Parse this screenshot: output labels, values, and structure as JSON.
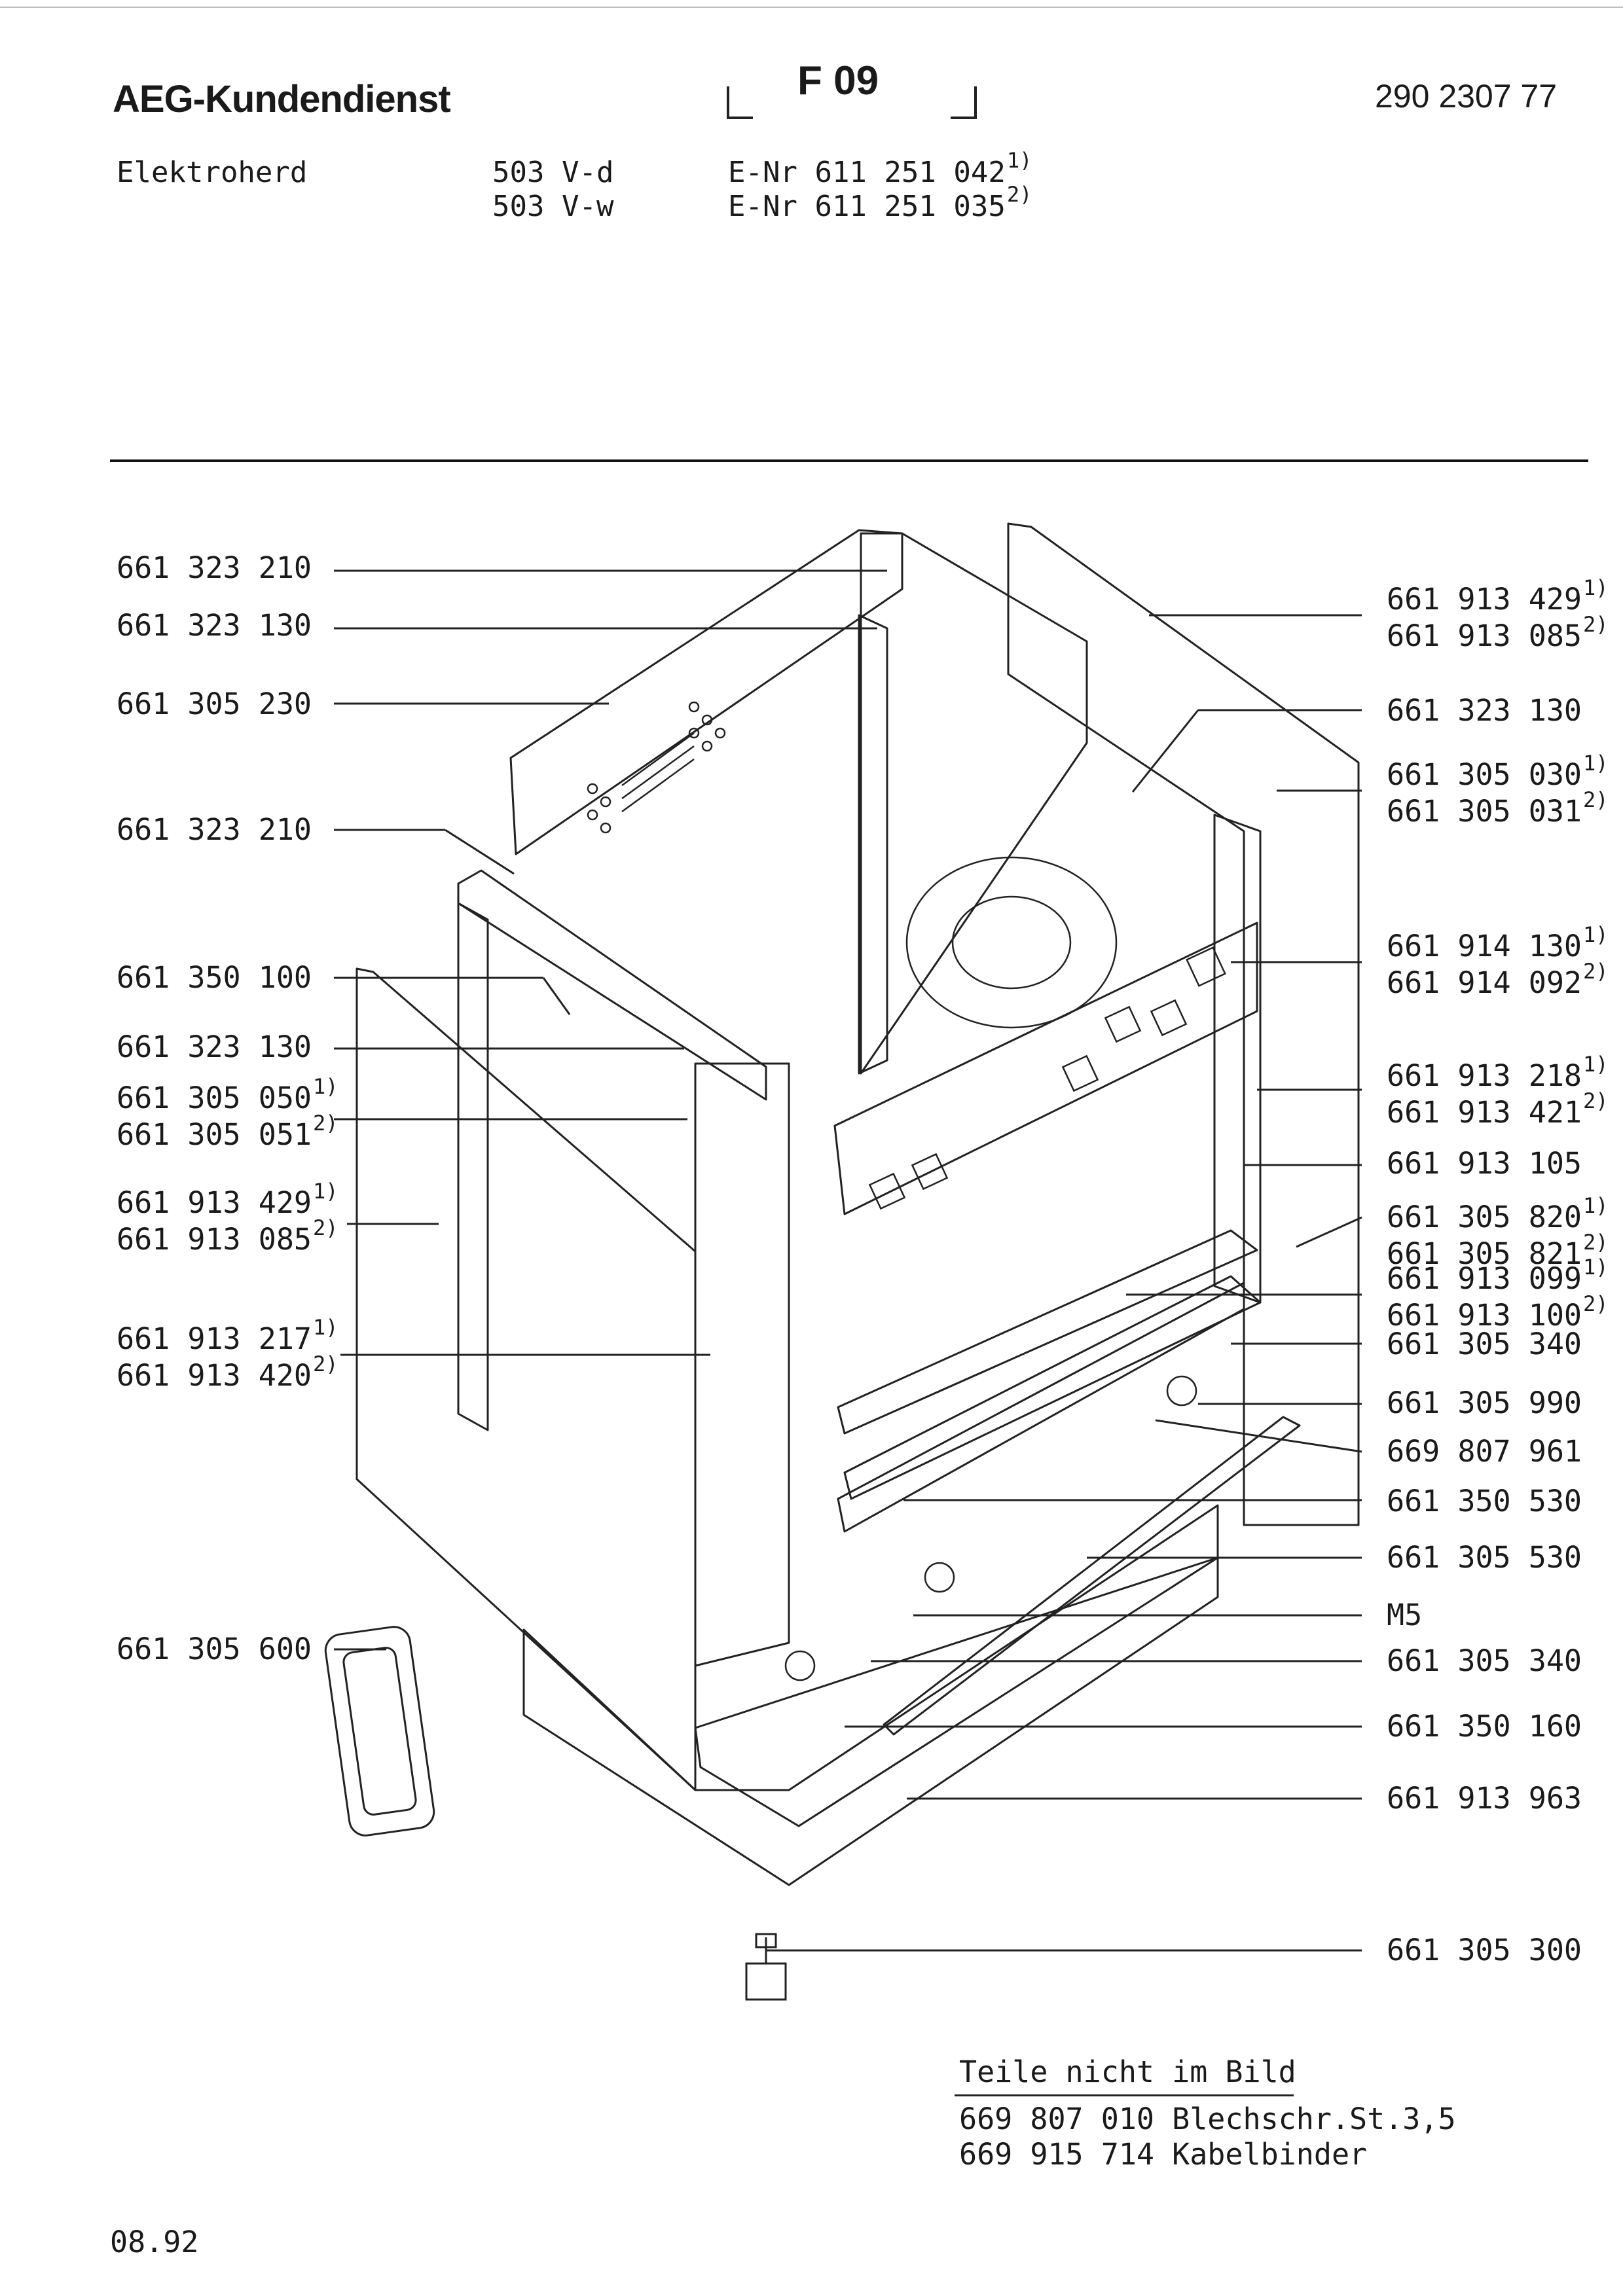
{
  "header": {
    "brand": "AEG-Kundendienst",
    "code": "F 09",
    "document_number": "290 2307 77",
    "appliance": "Elektroherd",
    "models": [
      "503 V-d",
      "503 V-w"
    ],
    "enr": [
      {
        "text": "E-Nr 611 251 042",
        "note": "1)"
      },
      {
        "text": "E-Nr 611 251 035",
        "note": "2)"
      }
    ]
  },
  "labels_left": [
    {
      "id": "l1",
      "lines": [
        {
          "text": "661 323 210",
          "note": ""
        }
      ]
    },
    {
      "id": "l2",
      "lines": [
        {
          "text": "661 323 130",
          "note": ""
        }
      ]
    },
    {
      "id": "l3",
      "lines": [
        {
          "text": "661 305 230",
          "note": ""
        }
      ]
    },
    {
      "id": "l4",
      "lines": [
        {
          "text": "661 323 210",
          "note": ""
        }
      ]
    },
    {
      "id": "l5",
      "lines": [
        {
          "text": "661 350 100",
          "note": ""
        }
      ]
    },
    {
      "id": "l6",
      "lines": [
        {
          "text": "661 323 130",
          "note": ""
        }
      ]
    },
    {
      "id": "l7",
      "lines": [
        {
          "text": "661 305 050",
          "note": "1)"
        },
        {
          "text": "661 305 051",
          "note": "2)"
        }
      ]
    },
    {
      "id": "l8",
      "lines": [
        {
          "text": "661 913 429",
          "note": "1)"
        },
        {
          "text": "661 913 085",
          "note": "2)"
        }
      ]
    },
    {
      "id": "l9",
      "lines": [
        {
          "text": "661 913 217",
          "note": "1)"
        },
        {
          "text": "661 913 420",
          "note": "2)"
        }
      ]
    },
    {
      "id": "l10",
      "lines": [
        {
          "text": "661 305 600",
          "note": ""
        }
      ]
    }
  ],
  "labels_right": [
    {
      "id": "r1",
      "lines": [
        {
          "text": "661 913 429",
          "note": "1)"
        },
        {
          "text": "661 913 085",
          "note": "2)"
        }
      ]
    },
    {
      "id": "r2",
      "lines": [
        {
          "text": "661 323 130",
          "note": ""
        }
      ]
    },
    {
      "id": "r3",
      "lines": [
        {
          "text": "661 305 030",
          "note": "1)"
        },
        {
          "text": "661 305 031",
          "note": "2)"
        }
      ]
    },
    {
      "id": "r4",
      "lines": [
        {
          "text": "661 914 130",
          "note": "1)"
        },
        {
          "text": "661 914 092",
          "note": "2)"
        }
      ]
    },
    {
      "id": "r5",
      "lines": [
        {
          "text": "661 913 218",
          "note": "1)"
        },
        {
          "text": "661 913 421",
          "note": "2)"
        }
      ]
    },
    {
      "id": "r6",
      "lines": [
        {
          "text": "661 913 105",
          "note": ""
        }
      ]
    },
    {
      "id": "r7",
      "lines": [
        {
          "text": "661 305 820",
          "note": "1)"
        },
        {
          "text": "661 305 821",
          "note": "2)"
        }
      ]
    },
    {
      "id": "r8",
      "lines": [
        {
          "text": "661 913 099",
          "note": "1)"
        },
        {
          "text": "661 913 100",
          "note": "2)"
        }
      ]
    },
    {
      "id": "r9",
      "lines": [
        {
          "text": "661 305 340",
          "note": ""
        }
      ]
    },
    {
      "id": "r10",
      "lines": [
        {
          "text": "661 305 990",
          "note": ""
        }
      ]
    },
    {
      "id": "r11",
      "lines": [
        {
          "text": "669 807 961",
          "note": ""
        }
      ]
    },
    {
      "id": "r12",
      "lines": [
        {
          "text": "661 350 530",
          "note": ""
        }
      ]
    },
    {
      "id": "r13",
      "lines": [
        {
          "text": "661 305 530",
          "note": ""
        }
      ]
    },
    {
      "id": "r14",
      "lines": [
        {
          "text": "M5",
          "note": ""
        }
      ]
    },
    {
      "id": "r15",
      "lines": [
        {
          "text": "661 305 340",
          "note": ""
        }
      ]
    },
    {
      "id": "r16",
      "lines": [
        {
          "text": "661 350 160",
          "note": ""
        }
      ]
    },
    {
      "id": "r17",
      "lines": [
        {
          "text": "661 913 963",
          "note": ""
        }
      ]
    },
    {
      "id": "r18",
      "lines": [
        {
          "text": "661 305 300",
          "note": ""
        }
      ]
    }
  ],
  "notes": {
    "title": "Teile nicht im Bild",
    "items": [
      "669 807 010 Blechschr.St.3,5",
      "669 915 714 Kabelbinder"
    ]
  },
  "footer": {
    "date": "08.92"
  }
}
